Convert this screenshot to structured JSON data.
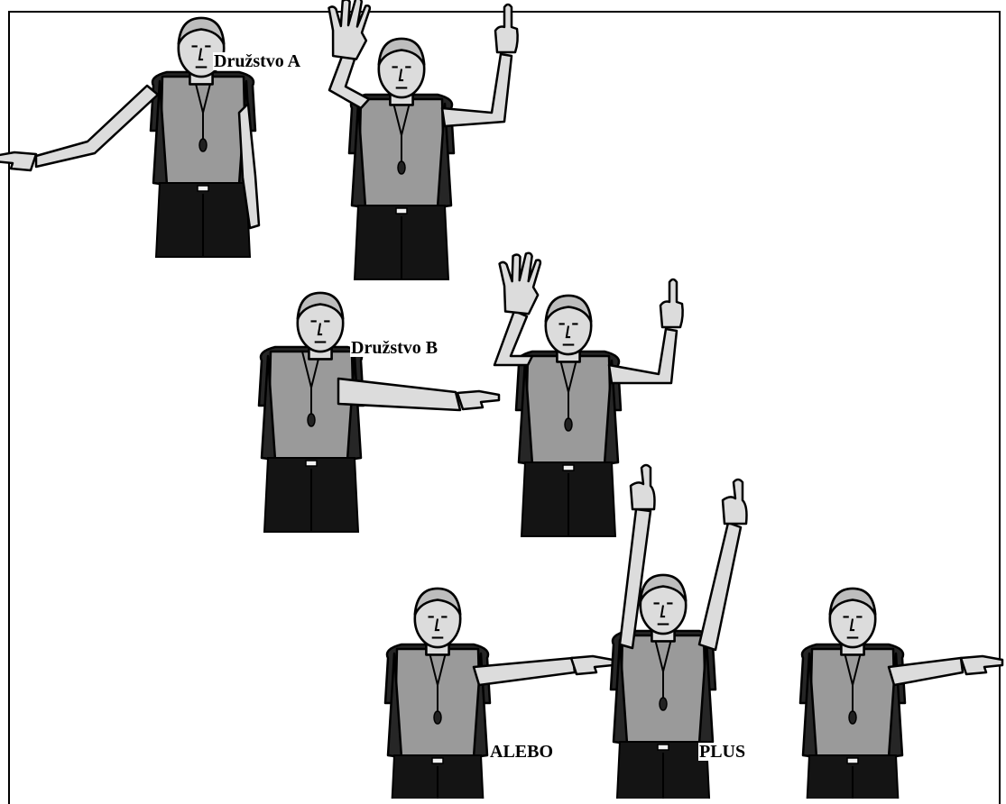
{
  "labels": {
    "team_a": "Družstvo A",
    "team_b": "Družstvo B",
    "or": "ALEBO",
    "plus": "PLUS"
  }
}
